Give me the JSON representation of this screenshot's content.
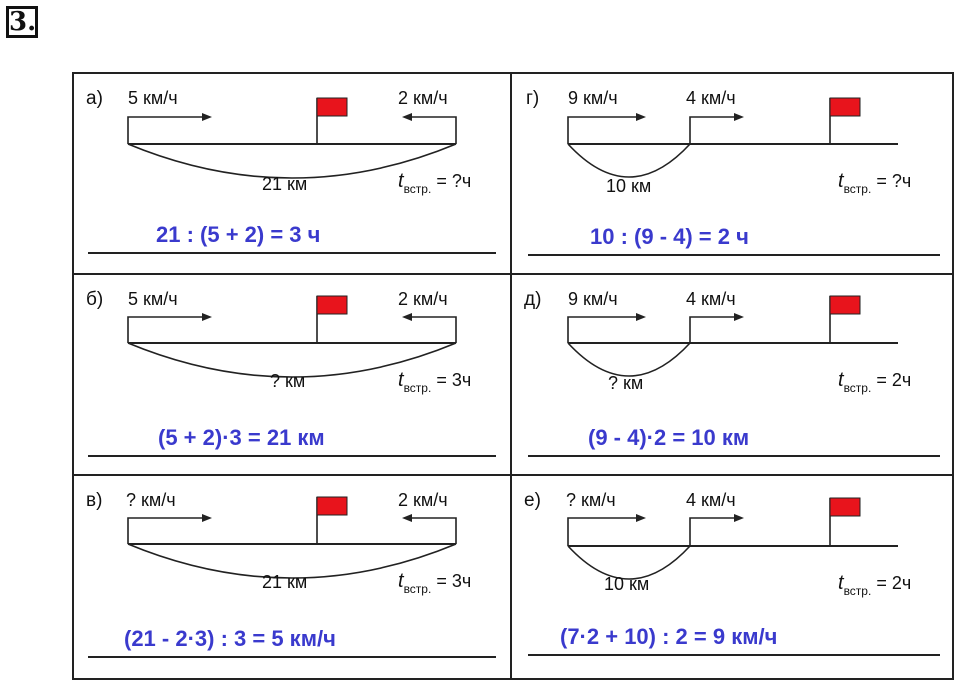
{
  "task_number": "3.",
  "meeting_symbol": "t",
  "meeting_subscript": "встр.",
  "meeting_eq": "=",
  "problems": [
    {
      "label": "а)",
      "speed_left": "5 км/ч",
      "speed_right": "2 км/ч",
      "distance": "21 км",
      "meet_time": "?ч",
      "answer": "21 : (5 + 2) = 3 ч"
    },
    {
      "label": "б)",
      "speed_left": "5 км/ч",
      "speed_right": "2 км/ч",
      "distance": "? км",
      "meet_time": "3ч",
      "answer": "(5 + 2)·3 = 21 км"
    },
    {
      "label": "в)",
      "speed_left": "? км/ч",
      "speed_right": "2 км/ч",
      "distance": "21 км",
      "meet_time": "3ч",
      "answer": "(21 - 2·3) : 3 = 5 км/ч"
    },
    {
      "label": "г)",
      "speed_left": "9 км/ч",
      "speed_right": "4 км/ч",
      "distance": "10 км",
      "meet_time": "?ч",
      "answer": "10 : (9 - 4) = 2 ч"
    },
    {
      "label": "д)",
      "speed_left": "9 км/ч",
      "speed_right": "4 км/ч",
      "distance": "? км",
      "meet_time": "2ч",
      "answer": "(9 - 4)·2 = 10 км"
    },
    {
      "label": "е)",
      "speed_left": "? км/ч",
      "speed_right": "4 км/ч",
      "distance": "10 км",
      "meet_time": "2ч",
      "answer": "(7·2 + 10) : 2 = 9 км/ч"
    }
  ],
  "colors": {
    "flag": "#e8141c",
    "answer": "#3a3acd",
    "line": "#222222"
  }
}
